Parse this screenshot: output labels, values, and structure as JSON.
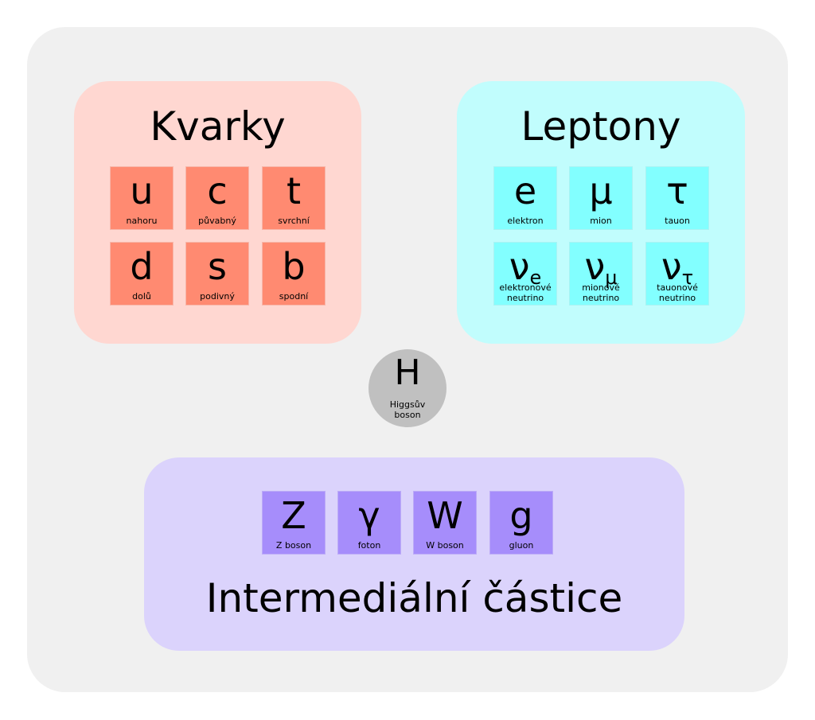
{
  "quarks": {
    "title": "Kvarky",
    "items": [
      {
        "symbol": "u",
        "name": "nahoru"
      },
      {
        "symbol": "c",
        "name": "půvabný"
      },
      {
        "symbol": "t",
        "name": "svrchní"
      },
      {
        "symbol": "d",
        "name": "dolů"
      },
      {
        "symbol": "s",
        "name": "podivný"
      },
      {
        "symbol": "b",
        "name": "spodní"
      }
    ]
  },
  "leptons": {
    "title": "Leptony",
    "items": [
      {
        "symbol": "e",
        "name": "elektron"
      },
      {
        "symbol": "μ",
        "name": "mion"
      },
      {
        "symbol": "τ",
        "name": "tauon"
      },
      {
        "symbol": "ν",
        "sub": "e",
        "name1": "elektronové",
        "name2": "neutrino"
      },
      {
        "symbol": "ν",
        "sub": "μ",
        "name1": "mionové",
        "name2": "neutrino"
      },
      {
        "symbol": "ν",
        "sub": "τ",
        "name1": "tauonové",
        "name2": "neutrino"
      }
    ]
  },
  "higgs": {
    "symbol": "H",
    "name1": "Higgsův",
    "name2": "boson"
  },
  "bosons": {
    "title": "Intermediální částice",
    "items": [
      {
        "symbol": "Z",
        "name": "Z boson"
      },
      {
        "symbol": "γ",
        "name": "foton"
      },
      {
        "symbol": "W",
        "name": "W boson"
      },
      {
        "symbol": "g",
        "name": "gluon"
      }
    ]
  }
}
